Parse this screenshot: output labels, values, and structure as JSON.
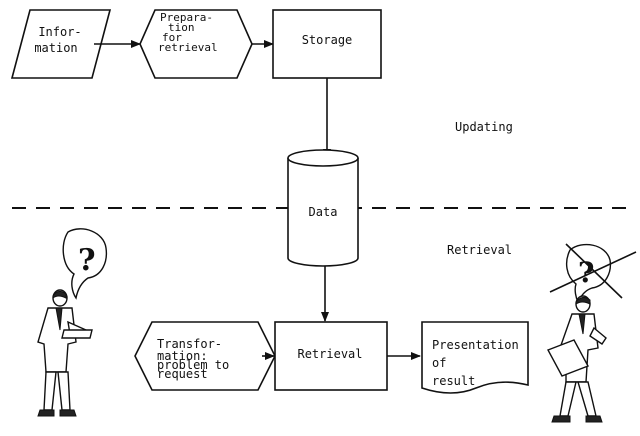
{
  "nodes": {
    "information": [
      "Infor-",
      "mation"
    ],
    "preparation": [
      "Prepara-",
      "tion",
      "for",
      "retrieval"
    ],
    "storage": "Storage",
    "data": "Data",
    "transformation": [
      "Transfor-",
      "mation:",
      "problem to",
      "request"
    ],
    "retrieval": "Retrieval",
    "presentation": [
      "Presentation",
      "of",
      "result"
    ]
  },
  "sections": {
    "updating": "Updating",
    "retrieval": "Retrieval"
  },
  "figures": {
    "left_bubble": "?",
    "right_bubble": "?"
  }
}
